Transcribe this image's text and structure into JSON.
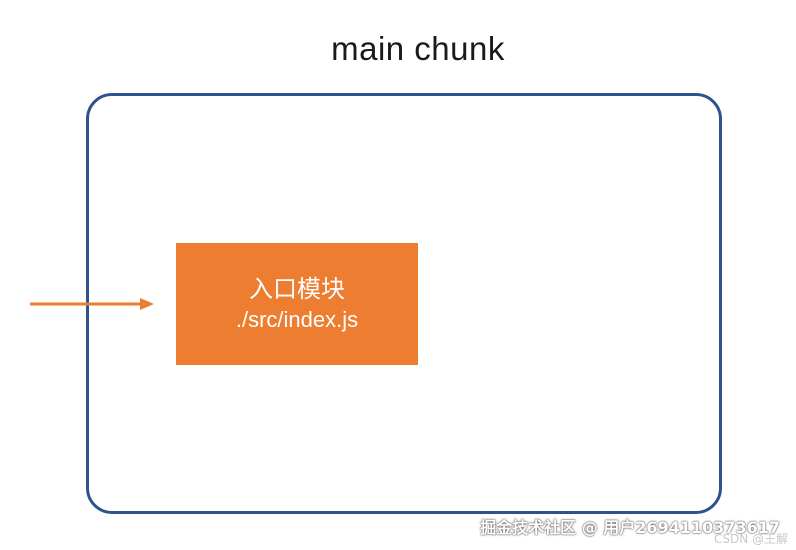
{
  "diagram": {
    "title": "main chunk",
    "entry_module": {
      "name": "入口模块",
      "path": "./src/index.js"
    }
  },
  "colors": {
    "chunk_border": "#2f528f",
    "entry_module_fill": "#ed7d31",
    "arrow": "#ed7d31"
  },
  "watermark": {
    "main": "掘金技术社区 @ 用户2694110373617",
    "csdn": "CSDN @王解"
  }
}
